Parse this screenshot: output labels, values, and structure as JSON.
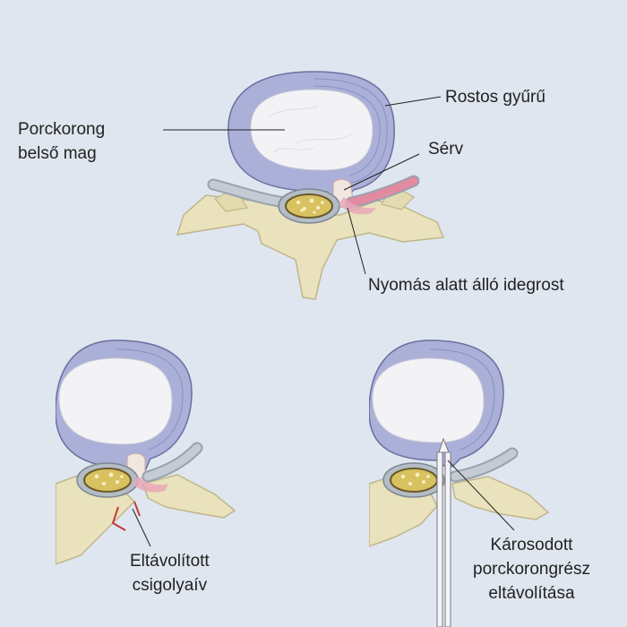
{
  "colors": {
    "background": "#dfe6ef",
    "annulus": "#aab0d8",
    "annulus_stroke": "#6a6fa0",
    "nucleus": "#f3f3f6",
    "bone": "#e9e2bc",
    "bone_stroke": "#bfb68a",
    "nerve": "#b4bcc6",
    "nerve_pink": "#e28aa0",
    "cord": "#d8c260",
    "leader": "#222222"
  },
  "labels": {
    "nucleus": [
      "Porckorong",
      "belső mag"
    ],
    "annulus": "Rostos gyűrű",
    "herniation": "Sérv",
    "compressed_nerve": "Nyomás alatt álló idegrost",
    "laminectomy": [
      "Eltávolított",
      "csigolyaív"
    ],
    "discectomy": [
      "Károsodott",
      "porckorongrész",
      "eltávolítása"
    ]
  }
}
